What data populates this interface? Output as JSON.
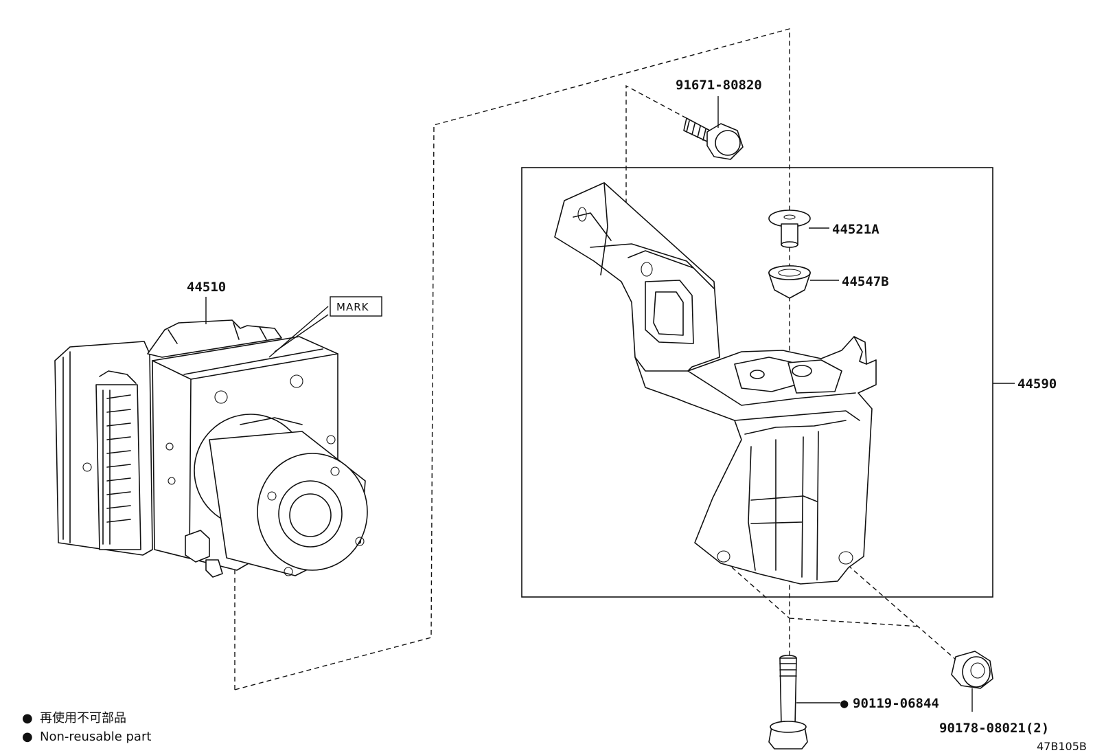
{
  "parts": {
    "actuator": "44510",
    "bolt_top": "91671-80820",
    "collar": "44521A",
    "cushion": "44547B",
    "bracket": "44590",
    "bolt_bottom": "90119-06844",
    "nut": "90178-08021(2)"
  },
  "mark_label": "MARK",
  "legend": {
    "jp": "再使用不可部品",
    "en": "Non-reusable part",
    "bullet": "●"
  },
  "diagram_code": "47B105B"
}
